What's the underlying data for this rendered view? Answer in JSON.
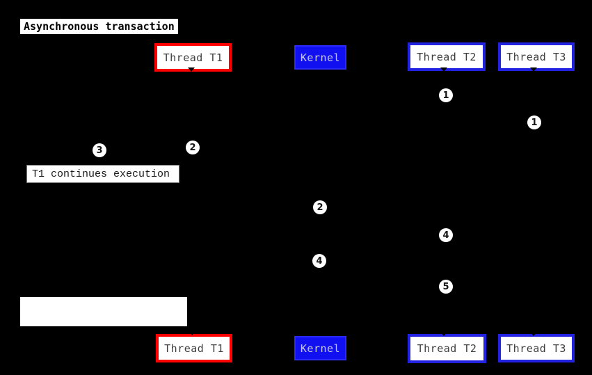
{
  "diagram": {
    "type": "sequence-diagram",
    "title": "Asynchronous transaction",
    "participants": [
      {
        "label": "Thread T1",
        "role": "thread",
        "accent": "red"
      },
      {
        "label": "Kernel",
        "role": "kernel",
        "accent": "blue-filled"
      },
      {
        "label": "Thread T2",
        "role": "thread",
        "accent": "blue"
      },
      {
        "label": "Thread T3",
        "role": "thread",
        "accent": "blue"
      }
    ],
    "notes": [
      {
        "text": "T1 continues execution",
        "lifeline": "Thread T1"
      },
      {
        "text": "",
        "lifeline": "Thread T1"
      }
    ],
    "markers": [
      {
        "label": "1",
        "lifeline": "Thread T2"
      },
      {
        "label": "1",
        "lifeline": "Thread T3"
      },
      {
        "label": "3",
        "lifeline": "Thread T1"
      },
      {
        "label": "2",
        "lifeline": "Thread T1"
      },
      {
        "label": "2",
        "lifeline": "Kernel"
      },
      {
        "label": "4",
        "lifeline": "Thread T2"
      },
      {
        "label": "4",
        "lifeline": "Kernel"
      },
      {
        "label": "5",
        "lifeline": "Thread T2"
      }
    ],
    "colors": {
      "background": "#000000",
      "thread_t1_border": "#ff0000",
      "thread_border": "#2222e0",
      "kernel_fill": "#1010f0",
      "kernel_border": "#2b2bff",
      "kernel_text": "#c9c9e8",
      "thread_text": "#3d3d3d",
      "box_fill": "#ffffff",
      "marker_fill": "#ffffff",
      "marker_text": "#141414"
    }
  }
}
